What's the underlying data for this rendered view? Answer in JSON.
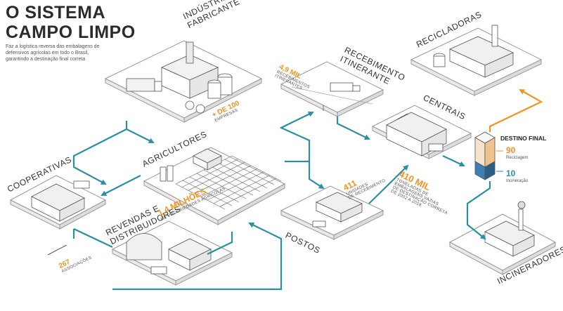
{
  "title_line1": "O SISTEMA",
  "title_line2": "CAMPO LIMPO",
  "subtitle": "Faz a logística reversa das embalagens de defensivos agrícolas em todo o Brasil, garantindo a destinação final correta",
  "nodes": {
    "industria": "INDÚSTRIA FABRICANTE",
    "industria_line1": "INDÚSTRIA",
    "industria_line2": "FABRICANTE",
    "agricultores": "AGRICULTORES",
    "cooperativas": "COOPERATIVAS",
    "revendas_line1": "REVENDAS E",
    "revendas_line2": "DISTRIBUIDORES",
    "recebimento_line1": "RECEBIMENTO",
    "recebimento_line2": "ITINERANTE",
    "centrais": "CENTRAIS",
    "postos": "POSTOS",
    "recicladoras": "RECICLADORAS",
    "incineradores": "INCINERADORES"
  },
  "stats": {
    "empresas_value": "+ DE 100",
    "empresas_caption": "EMPRESAS",
    "agricultores_value": "1,4 MILHÕES",
    "agricultores_caption": "DE PROPRIEDADES AGRÍCOLAS",
    "associacoes_value": "267",
    "associacoes_caption": "ASSOCIAÇÕES",
    "recebimentos_value": "4,9 MIL",
    "recebimentos_caption1": "RECEBIMENTOS",
    "recebimentos_caption2": "ITINERANTES",
    "unidades_value": "411",
    "unidades_caption1": "UNIDADES",
    "unidades_caption2": "DE RECEBIMENTO",
    "toneladas_value": "410 MIL",
    "toneladas_caption1": "TONELADAS DE",
    "toneladas_caption2": "EMBALAGENS VAZIAS",
    "toneladas_caption3": "DE DESTINAÇÃO CORRETA",
    "toneladas_caption4": "DE 2002 A 2018"
  },
  "destino": {
    "title": "DESTINO FINAL",
    "reciclagem_value": "90",
    "reciclagem_label": "Reciclagem",
    "incineracao_value": "10",
    "incineracao_label": "Incineração"
  },
  "colors": {
    "teal": "#2a8fa3",
    "orange": "#f39322",
    "text": "#2b2b2b"
  }
}
